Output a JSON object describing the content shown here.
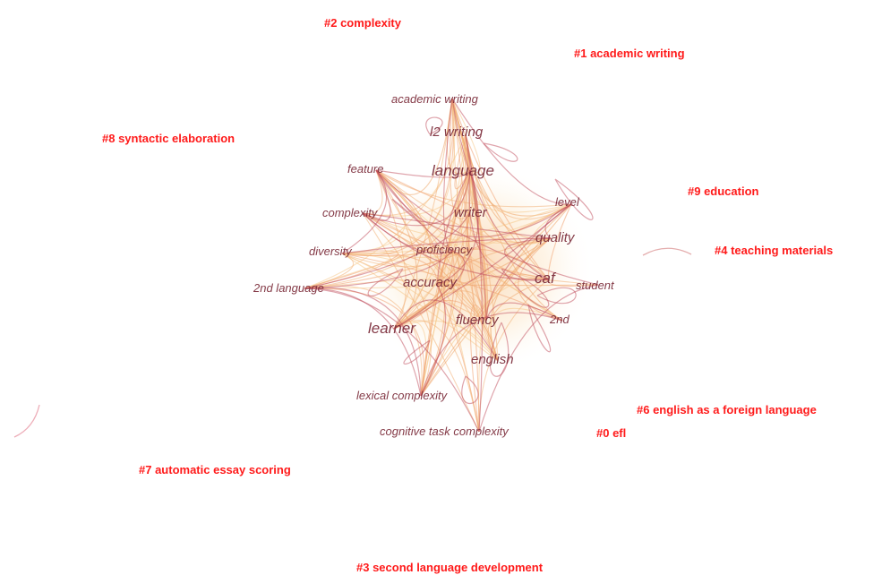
{
  "cluster_labels": {
    "c2": "#2 complexity",
    "c1": "#1 academic writing",
    "c8": "#8 syntactic elaboration",
    "c9": "#9 education",
    "c4": "#4 teaching materials",
    "c6": "#6 english as a foreign language",
    "c0": "#0 efl",
    "c7": "#7 automatic essay scoring",
    "c3": "#3 second language development"
  },
  "keywords": {
    "academic_writing": "academic writing",
    "l2_writing": "l2 writing",
    "feature": "feature",
    "language": "language",
    "level": "level",
    "complexity": "complexity",
    "writer": "writer",
    "quality": "quality",
    "diversity": "diversity",
    "proficiency": "proficiency",
    "second_language": "2nd language",
    "accuracy": "accuracy",
    "caf": "caf",
    "student": "student",
    "learner": "learner",
    "fluency": "fluency",
    "second": "2nd",
    "english": "english",
    "lexical_complexity": "lexical complexity",
    "cognitive_task_complexity": "cognitive task complexity"
  },
  "colors": {
    "cluster_label": "#ff1a1a",
    "keyword": "#7a2a38",
    "link_light": "#f5c98a",
    "link_mid": "#f0a070",
    "link_dark": "#c04a5a"
  }
}
